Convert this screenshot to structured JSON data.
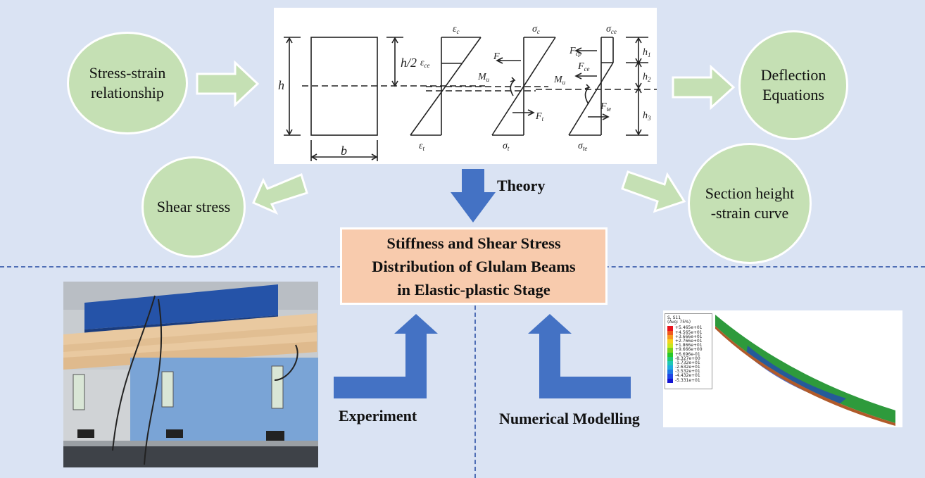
{
  "colors": {
    "background": "#dae3f3",
    "circle_fill": "#c5e0b4",
    "green_arrow": "#c5e0b4",
    "blue_arrow": "#4472c4",
    "center_box": "#f8cbad",
    "divider": "#4f6eb5"
  },
  "circles": {
    "stress_strain": [
      "Stress-strain",
      "relationship"
    ],
    "deflection": [
      "Deflection",
      "Equations"
    ],
    "shear": [
      "Shear stress"
    ],
    "section_height": [
      "Section height",
      "-strain curve"
    ]
  },
  "central_box": {
    "lines": [
      "Stiffness and Shear Stress",
      "Distribution of Glulam Beams",
      "in Elastic-plastic Stage"
    ]
  },
  "labels": {
    "theory": "Theory",
    "experiment": "Experiment",
    "numerical": "Numerical Modelling"
  },
  "section_diagram": {
    "h": "h",
    "h_half": "h/2",
    "b": "b",
    "eps_c": "ε",
    "eps_c_sub": "c",
    "eps_ce": "ε",
    "eps_ce_sub": "ce",
    "eps_t": "ε",
    "eps_t_sub": "t",
    "sigma_c": "σ",
    "sigma_c_sub": "c",
    "sigma_t": "σ",
    "sigma_t_sub": "t",
    "F_c": "F",
    "F_c_sub": "c",
    "F_t": "F",
    "F_t_sub": "t",
    "M_u": "M",
    "M_u_sub": "u",
    "sigma_ce": "σ",
    "sigma_ce_sub": "ce",
    "sigma_te": "σ",
    "sigma_te_sub": "te",
    "F_cp": "F",
    "F_cp_sub": "cp",
    "F_ce": "F",
    "F_ce_sub": "ce",
    "F_te": "F",
    "F_te_sub": "te",
    "h1": "h",
    "h1_sub": "1",
    "h2": "h",
    "h2_sub": "2",
    "h3": "h",
    "h3_sub": "3"
  },
  "fem_legend": {
    "title": "S, S11",
    "subtitle": "(Avg: 75%)",
    "values": [
      "+5.465e+01",
      "+4.565e+01",
      "+3.666e+01",
      "+2.766e+01",
      "+1.866e+01",
      "+9.666e+00",
      "+6.696e-01",
      "-8.327e+00",
      "-1.732e+01",
      "-2.632e+01",
      "-3.532e+01",
      "-4.432e+01",
      "-5.331e+01"
    ],
    "swatches": [
      "#e8141c",
      "#f05a1e",
      "#f59a1e",
      "#f5d21e",
      "#c8e61e",
      "#78d21e",
      "#28c828",
      "#1ec873",
      "#1ec8b4",
      "#1eaade",
      "#1e78e6",
      "#1e46e6",
      "#1414d2"
    ]
  }
}
